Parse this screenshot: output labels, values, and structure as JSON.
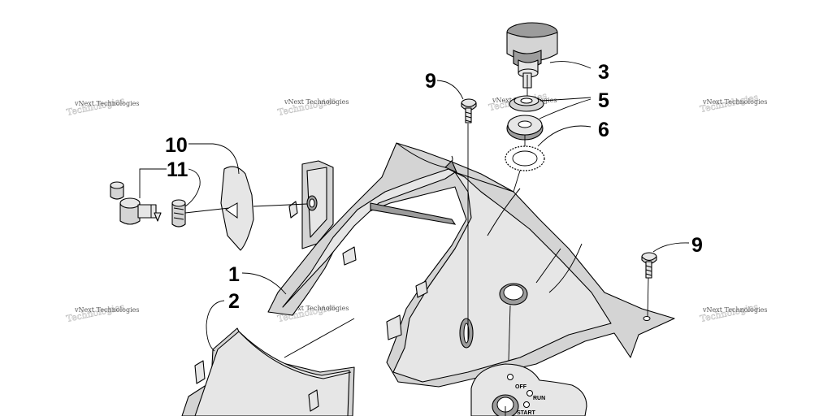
{
  "callouts": {
    "c1": "1",
    "c2": "2",
    "c3": "3",
    "c5": "5",
    "c6": "6",
    "c9a": "9",
    "c9b": "9",
    "c10": "10",
    "c11": "11"
  },
  "watermark": "vNext Technologies",
  "switch_plate": {
    "off": "OFF",
    "run": "RUN",
    "start": "START"
  },
  "colors": {
    "part_fill": "#d4d4d4",
    "outline": "#000000",
    "watermark": "#555555"
  }
}
